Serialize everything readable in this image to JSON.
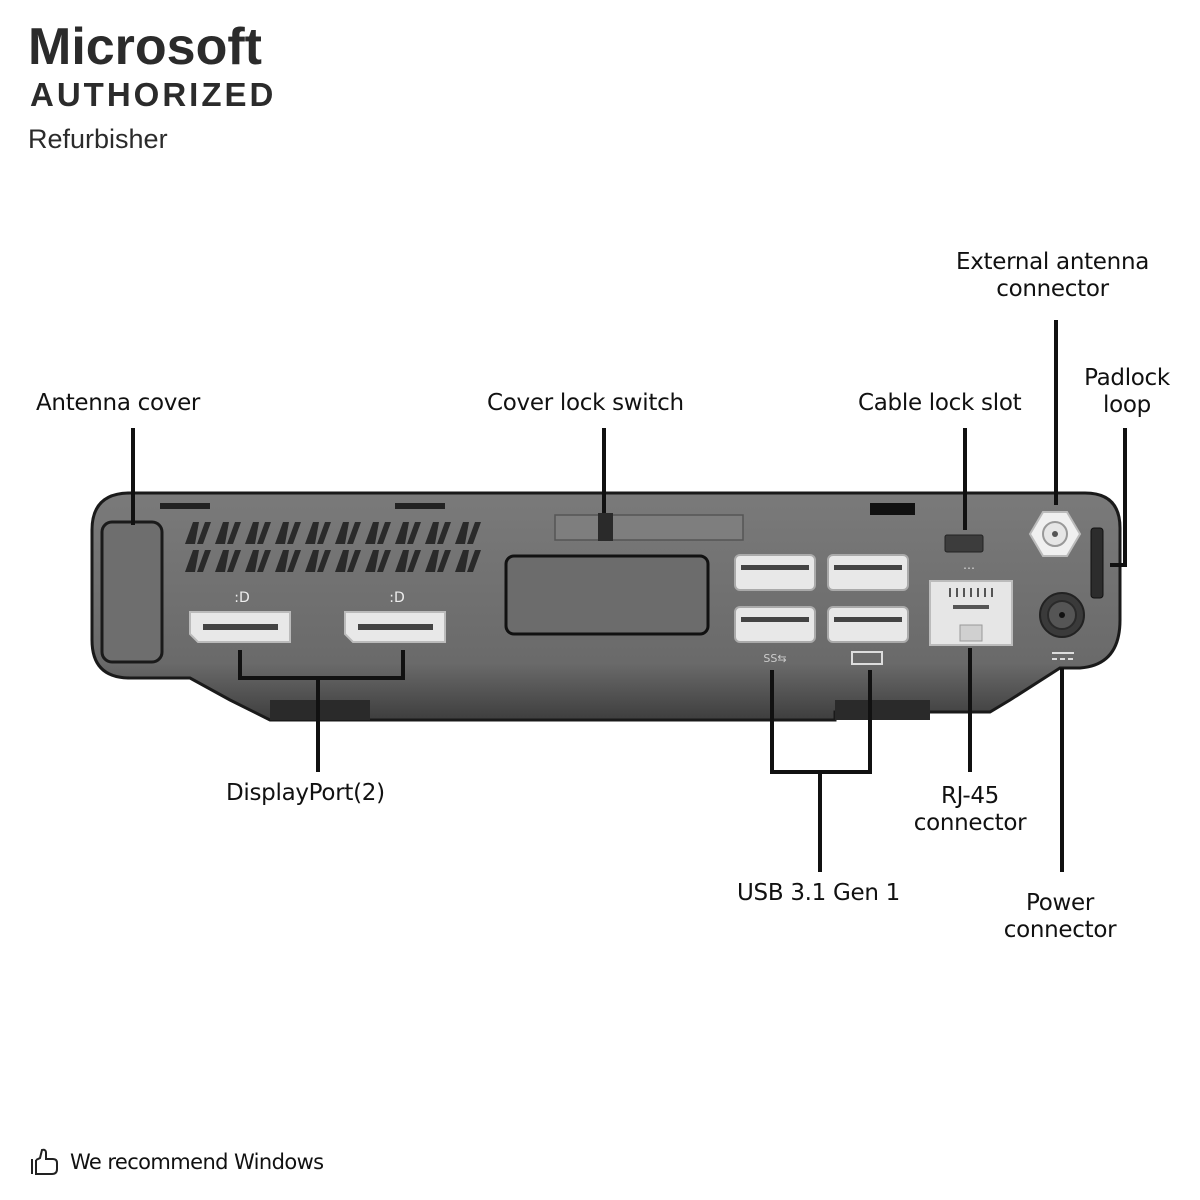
{
  "brand": {
    "title": "Microsoft",
    "subtitle": "AUTHORIZED",
    "tagline": "Refurbisher"
  },
  "diagram": {
    "subject": "Mini desktop PC rear panel",
    "callouts": {
      "antenna_cover": "Antenna cover",
      "cover_lock_switch": "Cover lock switch",
      "cable_lock_slot": "Cable lock slot",
      "external_antenna_line1": "External antenna",
      "external_antenna_line2": "connector",
      "padlock_line1": "Padlock",
      "padlock_line2": "loop",
      "displayport": "DisplayPort(2)",
      "usb": "USB 3.1 Gen 1",
      "rj45_line1": "RJ-45",
      "rj45_line2": "connector",
      "power_line1": "Power",
      "power_line2": "connector"
    },
    "port_counts": {
      "displayport": 2,
      "usb": 4,
      "rj45": 1
    }
  },
  "footer": {
    "icon": "thumbs-up-icon",
    "text": "We recommend Windows"
  }
}
